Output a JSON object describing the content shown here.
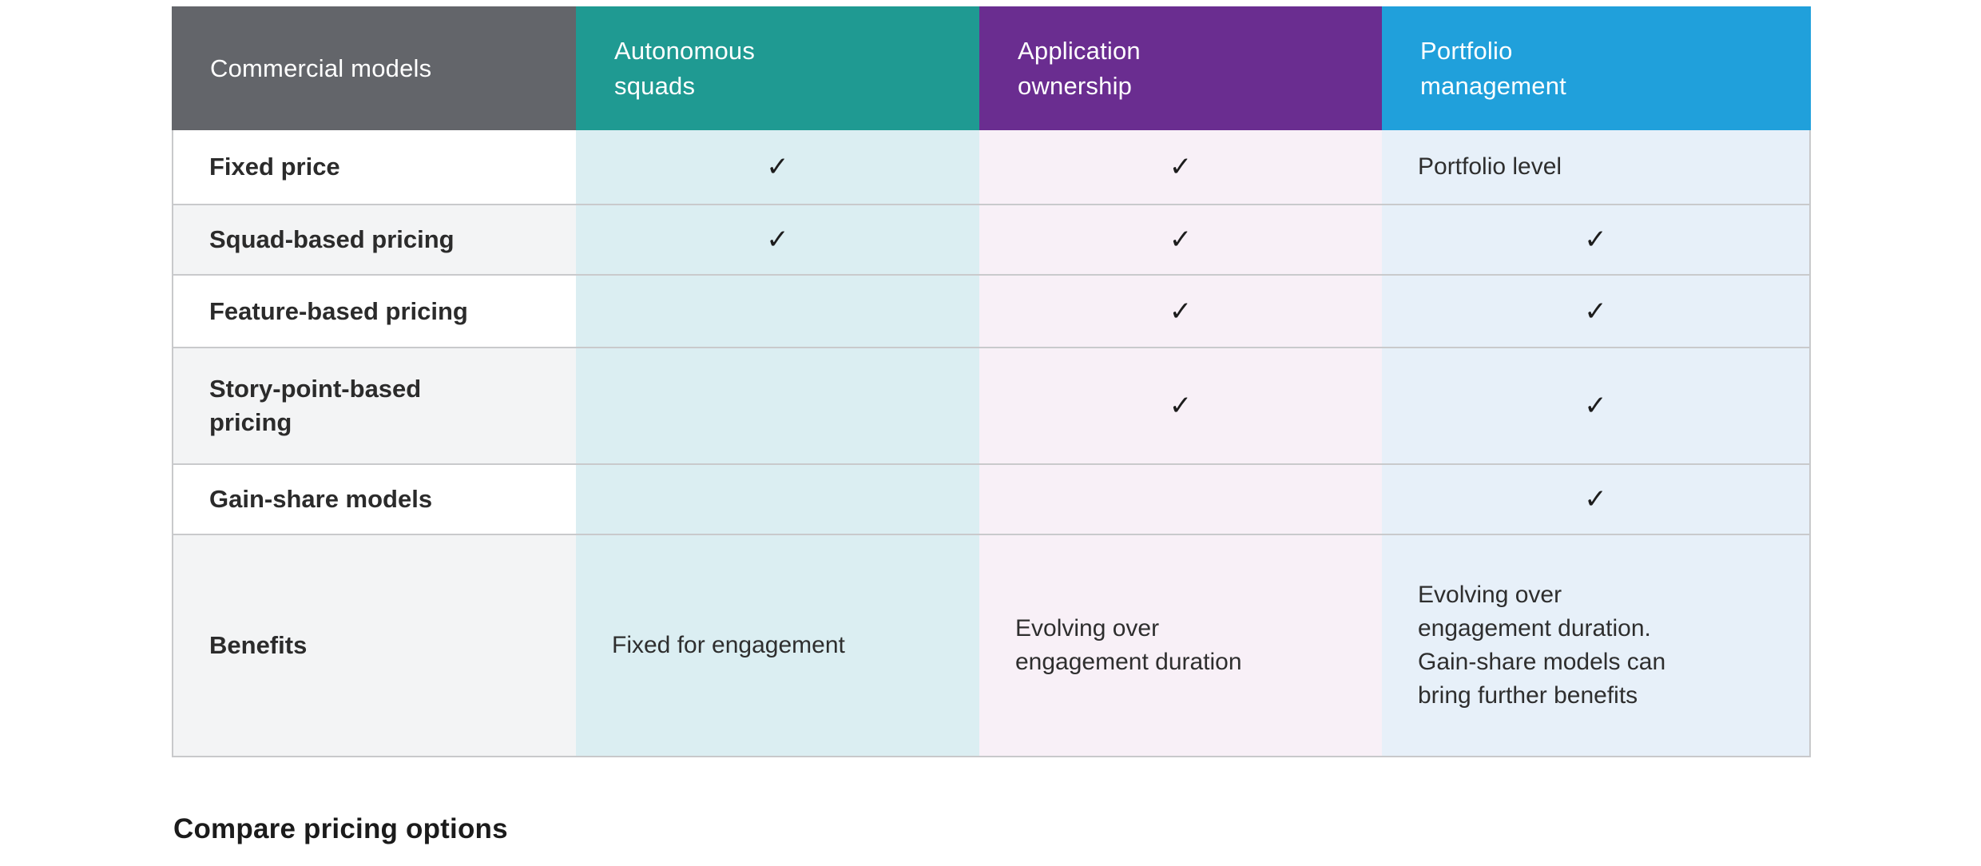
{
  "chart_data": {
    "type": "table",
    "title": "Compare pricing options",
    "columns": [
      "Commercial models",
      "Autonomous squads",
      "Application ownership",
      "Portfolio management"
    ],
    "rows": [
      [
        "Fixed price",
        "✓",
        "✓",
        "Portfolio level"
      ],
      [
        "Squad-based pricing",
        "✓",
        "✓",
        "✓"
      ],
      [
        "Feature-based pricing",
        "",
        "✓",
        "✓"
      ],
      [
        "Story-point-based pricing",
        "",
        "✓",
        "✓"
      ],
      [
        "Gain-share models",
        "",
        "",
        "✓"
      ],
      [
        "Benefits",
        "Fixed for engagement",
        "Evolving over engagement duration",
        "Evolving over engagement duration. Gain-share models can bring further benefits"
      ]
    ],
    "layout_hints": {
      "header_colors": [
        "#63656a",
        "#1f9a92",
        "#6a2d90",
        "#20a0db"
      ],
      "column_tints": [
        "#ffffff",
        "#dbeef2",
        "#f8f0f7",
        "#e7f0f9"
      ],
      "first_column_stripe": "#f3f4f5",
      "grid": "horizontal row separators only"
    }
  },
  "table": {
    "header": [
      {
        "label": "Commercial models",
        "color": "#63656a"
      },
      {
        "label": "Autonomous\nsquads",
        "color": "#1f9a92"
      },
      {
        "label": "Application\nownership",
        "color": "#6a2d90"
      },
      {
        "label": "Portfolio\nmanagement",
        "color": "#20a0db"
      }
    ],
    "rows": [
      {
        "label": "Fixed price",
        "cells": [
          "✓",
          "✓",
          "Portfolio level"
        ]
      },
      {
        "label": "Squad-based pricing",
        "cells": [
          "✓",
          "✓",
          "✓"
        ]
      },
      {
        "label": "Feature-based pricing",
        "cells": [
          "",
          "✓",
          "✓"
        ]
      },
      {
        "label": "Story-point-based\npricing",
        "cells": [
          "",
          "✓",
          "✓"
        ]
      },
      {
        "label": "Gain-share models",
        "cells": [
          "",
          "",
          "✓"
        ]
      },
      {
        "label": "Benefits",
        "cells": [
          "Fixed for engagement",
          "Evolving over\nengagement duration",
          "Evolving over\nengagement duration.\nGain-share models can\nbring further benefits"
        ]
      }
    ]
  },
  "caption": "Compare pricing options"
}
